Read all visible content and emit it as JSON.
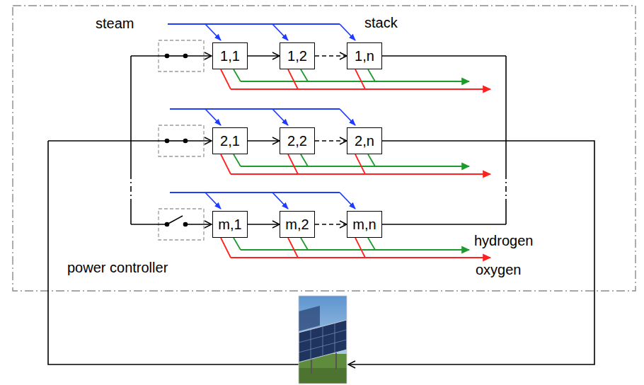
{
  "diagram": {
    "nodes": [
      {
        "text": [
          "1,1"
        ]
      },
      {
        "text": [
          "1,2"
        ]
      },
      {
        "text": [
          "1,n"
        ]
      },
      {
        "text": [
          "2,1"
        ]
      },
      {
        "text": [
          "2,2"
        ]
      },
      {
        "text": [
          "2,n"
        ]
      },
      {
        "text": [
          "m,1"
        ]
      },
      {
        "text": [
          "m,2"
        ]
      },
      {
        "text": [
          "m,n"
        ]
      }
    ],
    "edges": [
      {
        "from": 0,
        "to": 1,
        "arrow": "to"
      },
      {
        "from": 1,
        "to": 2,
        "arrow": "to"
      },
      {
        "from": 3,
        "to": 4,
        "arrow": "to"
      },
      {
        "from": 4,
        "to": 5,
        "arrow": "to"
      },
      {
        "from": 6,
        "to": 7,
        "arrow": "to"
      },
      {
        "from": 7,
        "to": 8,
        "arrow": "to"
      }
    ],
    "labels": [
      "steam",
      "stack",
      "hydrogen",
      "oxygen",
      "power controller"
    ]
  }
}
